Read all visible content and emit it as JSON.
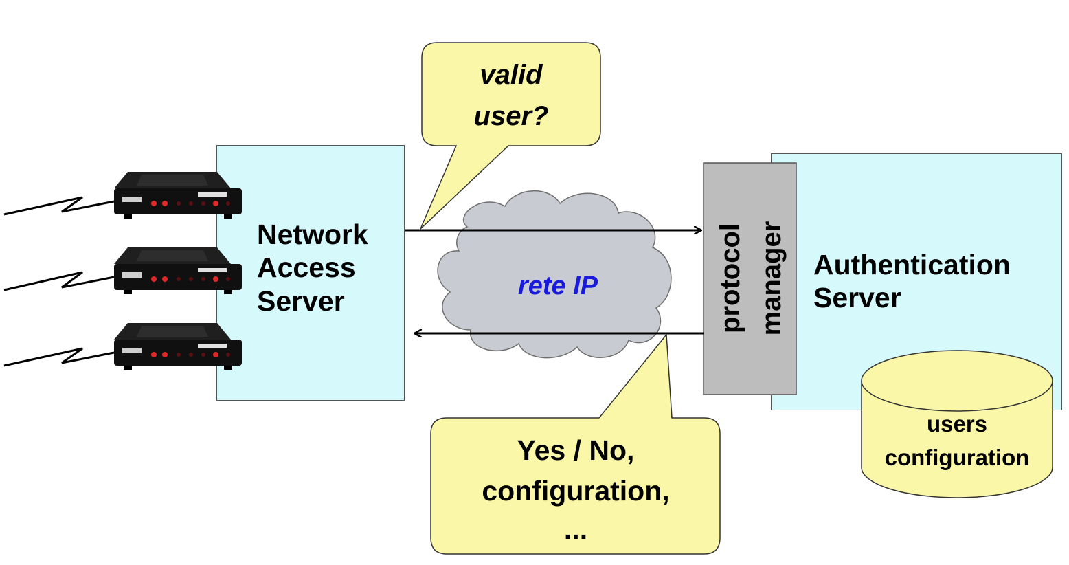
{
  "nas": {
    "line1": "Network",
    "line2": "Access",
    "line3": "Server"
  },
  "auth": {
    "line1": "Authentication",
    "line2": "Server"
  },
  "protocol_manager": {
    "line1": "protocol",
    "line2": "manager"
  },
  "network": {
    "label": "rete IP"
  },
  "query_bubble": {
    "line1": "valid",
    "line2": "user?"
  },
  "reply_bubble": {
    "line1": "Yes / No,",
    "line2": "configuration,",
    "line3": "..."
  },
  "database": {
    "line1": "users",
    "line2": "configuration"
  },
  "colors": {
    "server_fill": "#d6f9fc",
    "bubble_fill": "#fbf7a8",
    "cloud_fill": "#c8ccd2",
    "protocol_fill": "#bdbdbd",
    "network_label": "#1a1adc"
  },
  "icons": {
    "modem": "modem-icon",
    "link": "lightning-link-icon"
  }
}
